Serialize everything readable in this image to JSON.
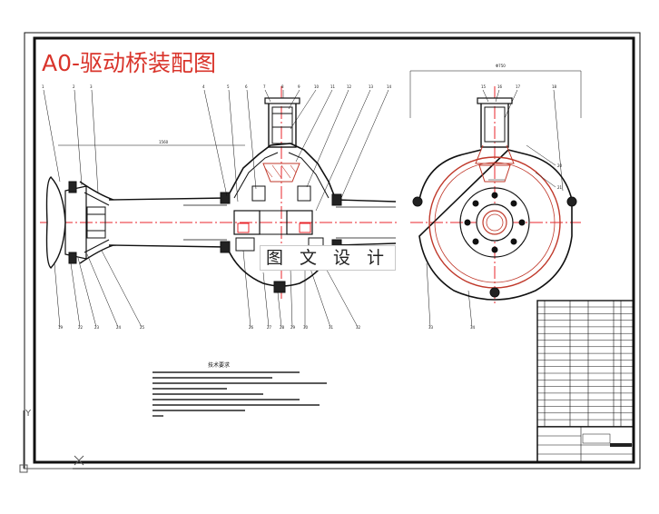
{
  "title": "A0-驱动桥装配图",
  "watermark": "图 文 设 计",
  "notes_title": "技术要求",
  "colors": {
    "title": "#d9342b",
    "centerline": "#e8262b",
    "hatch": "#c0392b",
    "outline": "#111111"
  },
  "balloons_top_left": [
    "1",
    "2",
    "3",
    "4",
    "5",
    "6",
    "7",
    "8",
    "9",
    "10",
    "11",
    "12",
    "13",
    "14"
  ],
  "balloons_top_right": [
    "15",
    "16",
    "17",
    "18"
  ],
  "balloons_side": [
    "20",
    "21"
  ],
  "balloons_bottom": [
    "19",
    "22",
    "23",
    "24",
    "25",
    "26",
    "27",
    "28",
    "29",
    "30",
    "31",
    "32",
    "33",
    "34"
  ],
  "axis_labels": {
    "y": "Y",
    "x": "X"
  }
}
